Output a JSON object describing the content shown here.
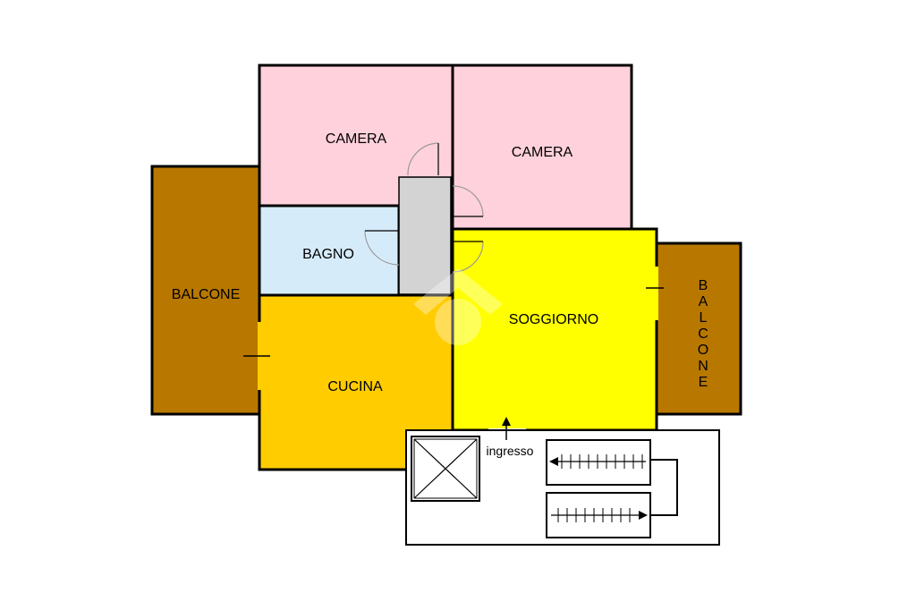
{
  "plan": {
    "rooms": {
      "camera_left": {
        "label": "CAMERA",
        "color": "#FFD1DC"
      },
      "camera_right": {
        "label": "CAMERA",
        "color": "#FFD1DC"
      },
      "bagno": {
        "label": "BAGNO",
        "color": "#D6EBFA"
      },
      "cucina": {
        "label": "CUCINA",
        "color": "#FFCC00"
      },
      "soggiorno": {
        "label": "SOGGIORNO",
        "color": "#FFFF00"
      },
      "balcone_left": {
        "label": "BALCONE",
        "color": "#B87800"
      },
      "balcone_right": {
        "label_letters": [
          "B",
          "A",
          "L",
          "C",
          "O",
          "N",
          "E"
        ],
        "color": "#B87800"
      },
      "corridor": {
        "color": "#D3D3D3"
      }
    },
    "entrance": {
      "label": "ingresso"
    }
  }
}
